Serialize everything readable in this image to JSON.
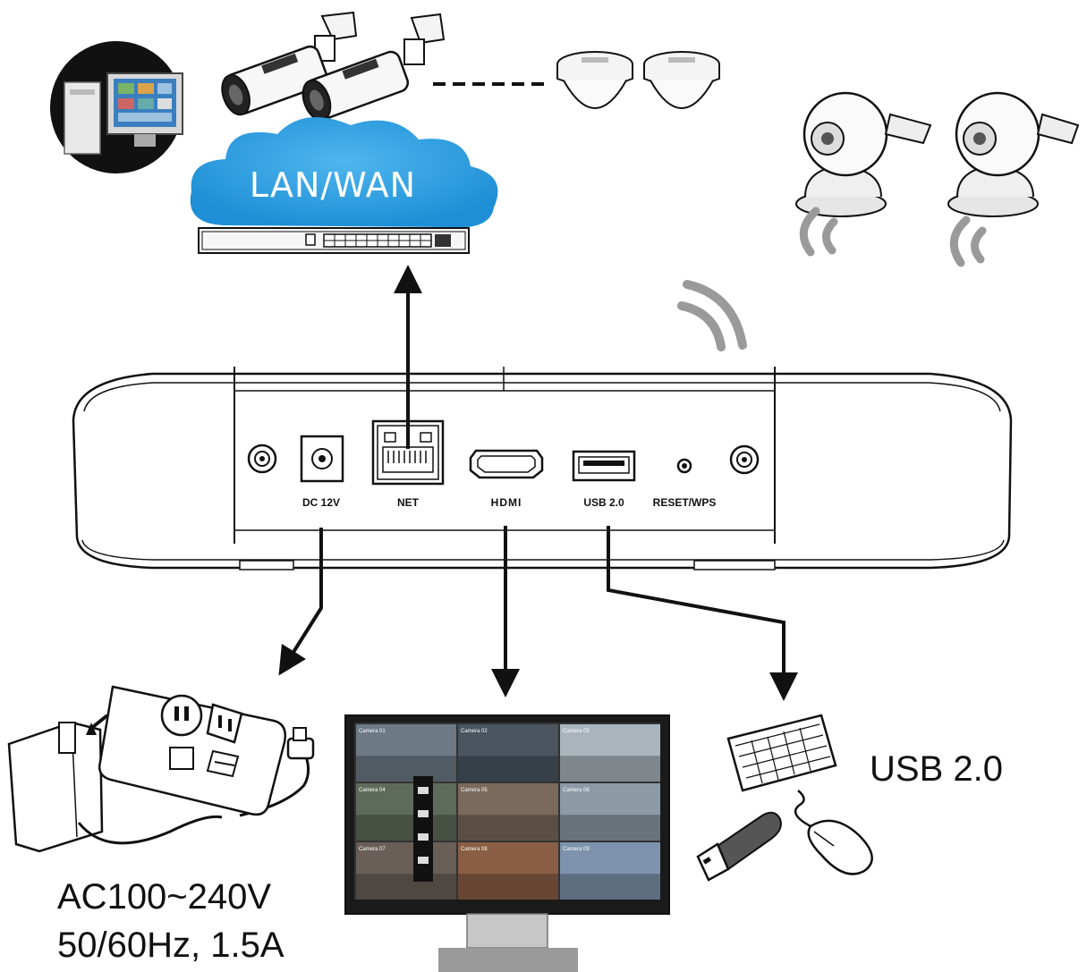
{
  "cloud": {
    "label": "LAN/WAN"
  },
  "device_ports": {
    "dc": "DC 12V",
    "net": "NET",
    "hdmi": "HDMI",
    "usb": "USB 2.0",
    "reset": "RESET/WPS"
  },
  "power": {
    "line1": "AC100~240V",
    "line2": "50/60Hz, 1.5A"
  },
  "usb_caption": "USB 2.0",
  "monitor": {
    "camera_labels": [
      "Camera 01",
      "Camera 02",
      "Camera 03",
      "Camera 04",
      "Camera 05",
      "Camera 06",
      "Camera 07",
      "Camera 08",
      "Camera 09"
    ]
  }
}
